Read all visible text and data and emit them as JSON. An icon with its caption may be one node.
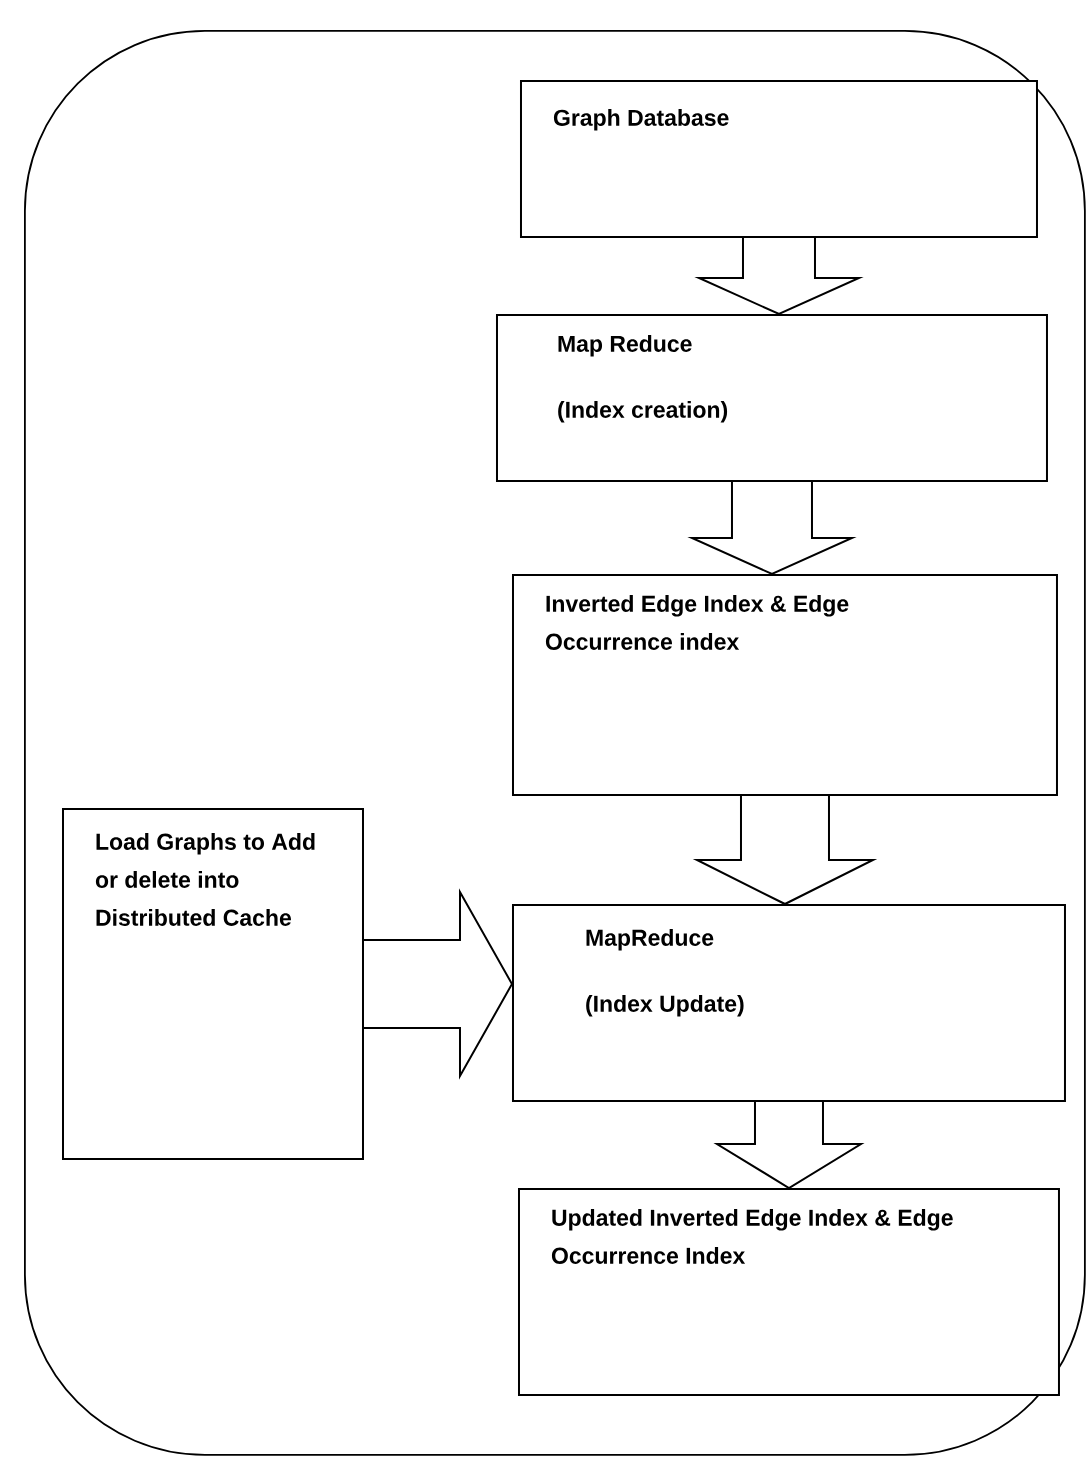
{
  "diagram": {
    "nodes": [
      {
        "text": [],
        "shape": "box"
      },
      {
        "text": [
          "Graph Database"
        ],
        "in": 0
      },
      {
        "text": [
          "Map Reduce",
          "(Index creation)"
        ],
        "in": 0
      },
      {
        "text": [
          "Inverted Edge Index & Edge Occurrence index"
        ],
        "in": 0
      },
      {
        "text": [
          "Load Graphs to Add or delete into Distributed Cache"
        ],
        "in": 0
      },
      {
        "text": [
          "MapReduce",
          "(Index Update)"
        ],
        "in": 0
      },
      {
        "text": [
          "Updated Inverted Edge Index & Edge Occurrence Index"
        ],
        "in": 0
      }
    ],
    "edges": [
      {
        "from": 1,
        "to": 2,
        "arrow": "to"
      },
      {
        "from": 2,
        "to": 3,
        "arrow": "to"
      },
      {
        "from": 3,
        "to": 5,
        "arrow": "to"
      },
      {
        "from": 4,
        "to": 5,
        "arrow": "to"
      },
      {
        "from": 5,
        "to": 6,
        "arrow": "to"
      }
    ]
  }
}
